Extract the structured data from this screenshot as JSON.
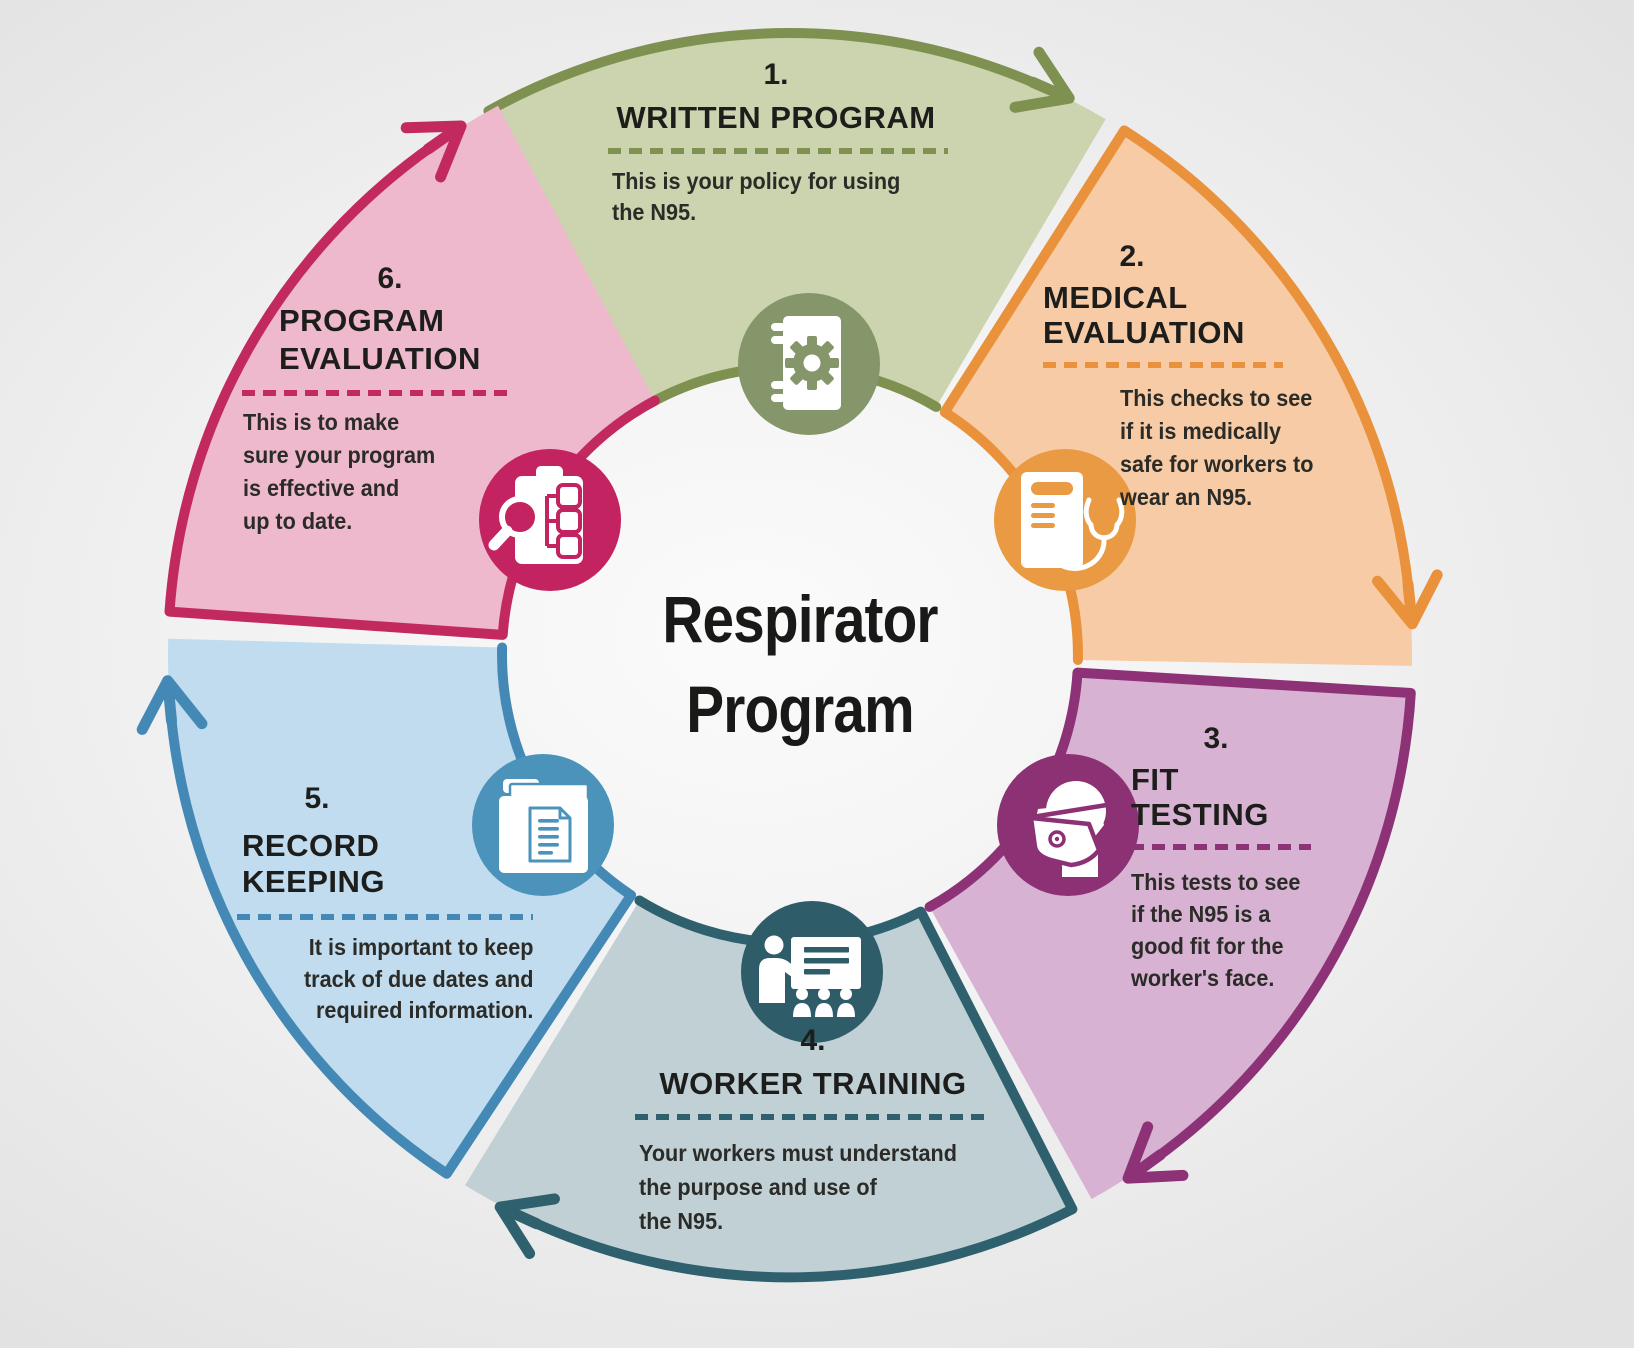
{
  "title": {
    "line1": "Respirator",
    "line2": "Program"
  },
  "segments": [
    {
      "number": "1.",
      "title": "WRITTEN PROGRAM",
      "description": "This is your policy for using\nthe N95.",
      "icon": "manual-gear-icon",
      "fill": "#cbd4ae",
      "accent": "#7e9151",
      "icon_bg": "#84966a"
    },
    {
      "number": "2.",
      "title": "MEDICAL\nEVALUATION",
      "description": "This checks to see\nif it is medically\nsafe for workers to\nwear an N95.",
      "icon": "medical-clipboard-stethoscope-icon",
      "fill": "#f7cba5",
      "accent": "#e9913b",
      "icon_bg": "#ea9a42"
    },
    {
      "number": "3.",
      "title": "FIT\nTESTING",
      "description": "This tests to see\nif the N95 is a\ngood fit for the\nworker's face.",
      "icon": "n95-mask-face-icon",
      "fill": "#d7b2d3",
      "accent": "#8e3278",
      "icon_bg": "#8c3173"
    },
    {
      "number": "4.",
      "title": "WORKER TRAINING",
      "description": "Your workers must understand\nthe purpose and use of\nthe N95.",
      "icon": "trainer-presentation-icon",
      "fill": "#c0d0d5",
      "accent": "#2f606e",
      "icon_bg": "#2e5c69"
    },
    {
      "number": "5.",
      "title": "RECORD\nKEEPING",
      "description": "It is important to keep\ntrack of due dates and\nrequired information.",
      "icon": "folder-documents-icon",
      "fill": "#c0dcee",
      "accent": "#4489b6",
      "icon_bg": "#4b93bb"
    },
    {
      "number": "6.",
      "title": "PROGRAM\nEVALUATION",
      "description": "This is to make\nsure your program\nis effective and\nup to date.",
      "icon": "clipboard-magnifier-icon",
      "fill": "#eeb8cd",
      "accent": "#c2295f",
      "icon_bg": "#c32360"
    }
  ]
}
